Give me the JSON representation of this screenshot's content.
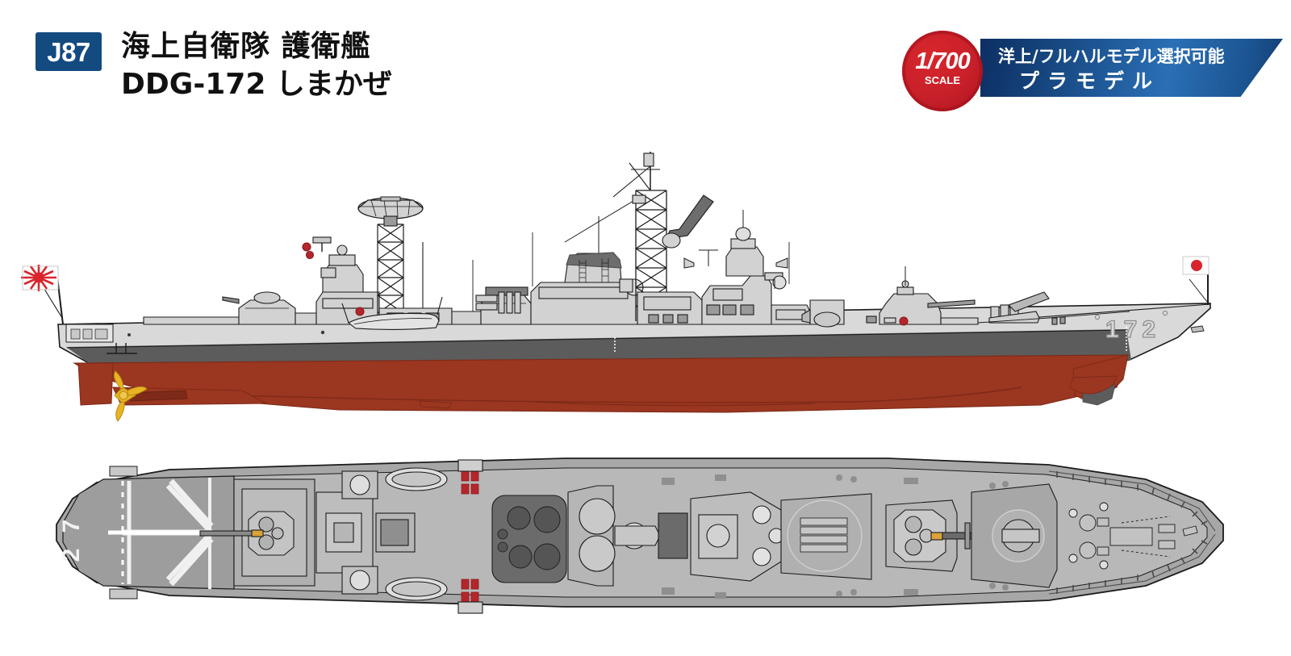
{
  "header": {
    "kit_code": "J87",
    "title_line1": "海上自衛隊 護衛艦",
    "title_line2": "DDG-172 しまかぜ",
    "badge_color": "#134a80"
  },
  "ribbon": {
    "scale_number": "1/700",
    "scale_word": "SCALE",
    "feature_line": "洋上/フルハルモデル選択可能",
    "product_type": "プラモデル",
    "circle_color": "#c8202a",
    "banner_color_dark": "#0d2f63",
    "banner_color_light": "#2a6fb5"
  },
  "ship": {
    "hull_number_side": "172",
    "hull_number_deck_top": "7",
    "hull_number_deck_bottom": "2",
    "aft_flag": "rising-sun-ensign",
    "bow_flag": "hinomaru-flag",
    "colors": {
      "hull_upper": "#d9d9d9",
      "hull_boottop": "#5c5c5c",
      "hull_antifouling": "#9b3620",
      "superstructure": "#d2d2d2",
      "deck_grey": "#a7a7a7",
      "outline": "#1c1c1c",
      "propeller": "#e8b324",
      "flag_red": "#d9242c",
      "detail_red": "#b4262b"
    }
  },
  "views": {
    "side_label": "port-side-profile",
    "top_label": "plan-view"
  }
}
